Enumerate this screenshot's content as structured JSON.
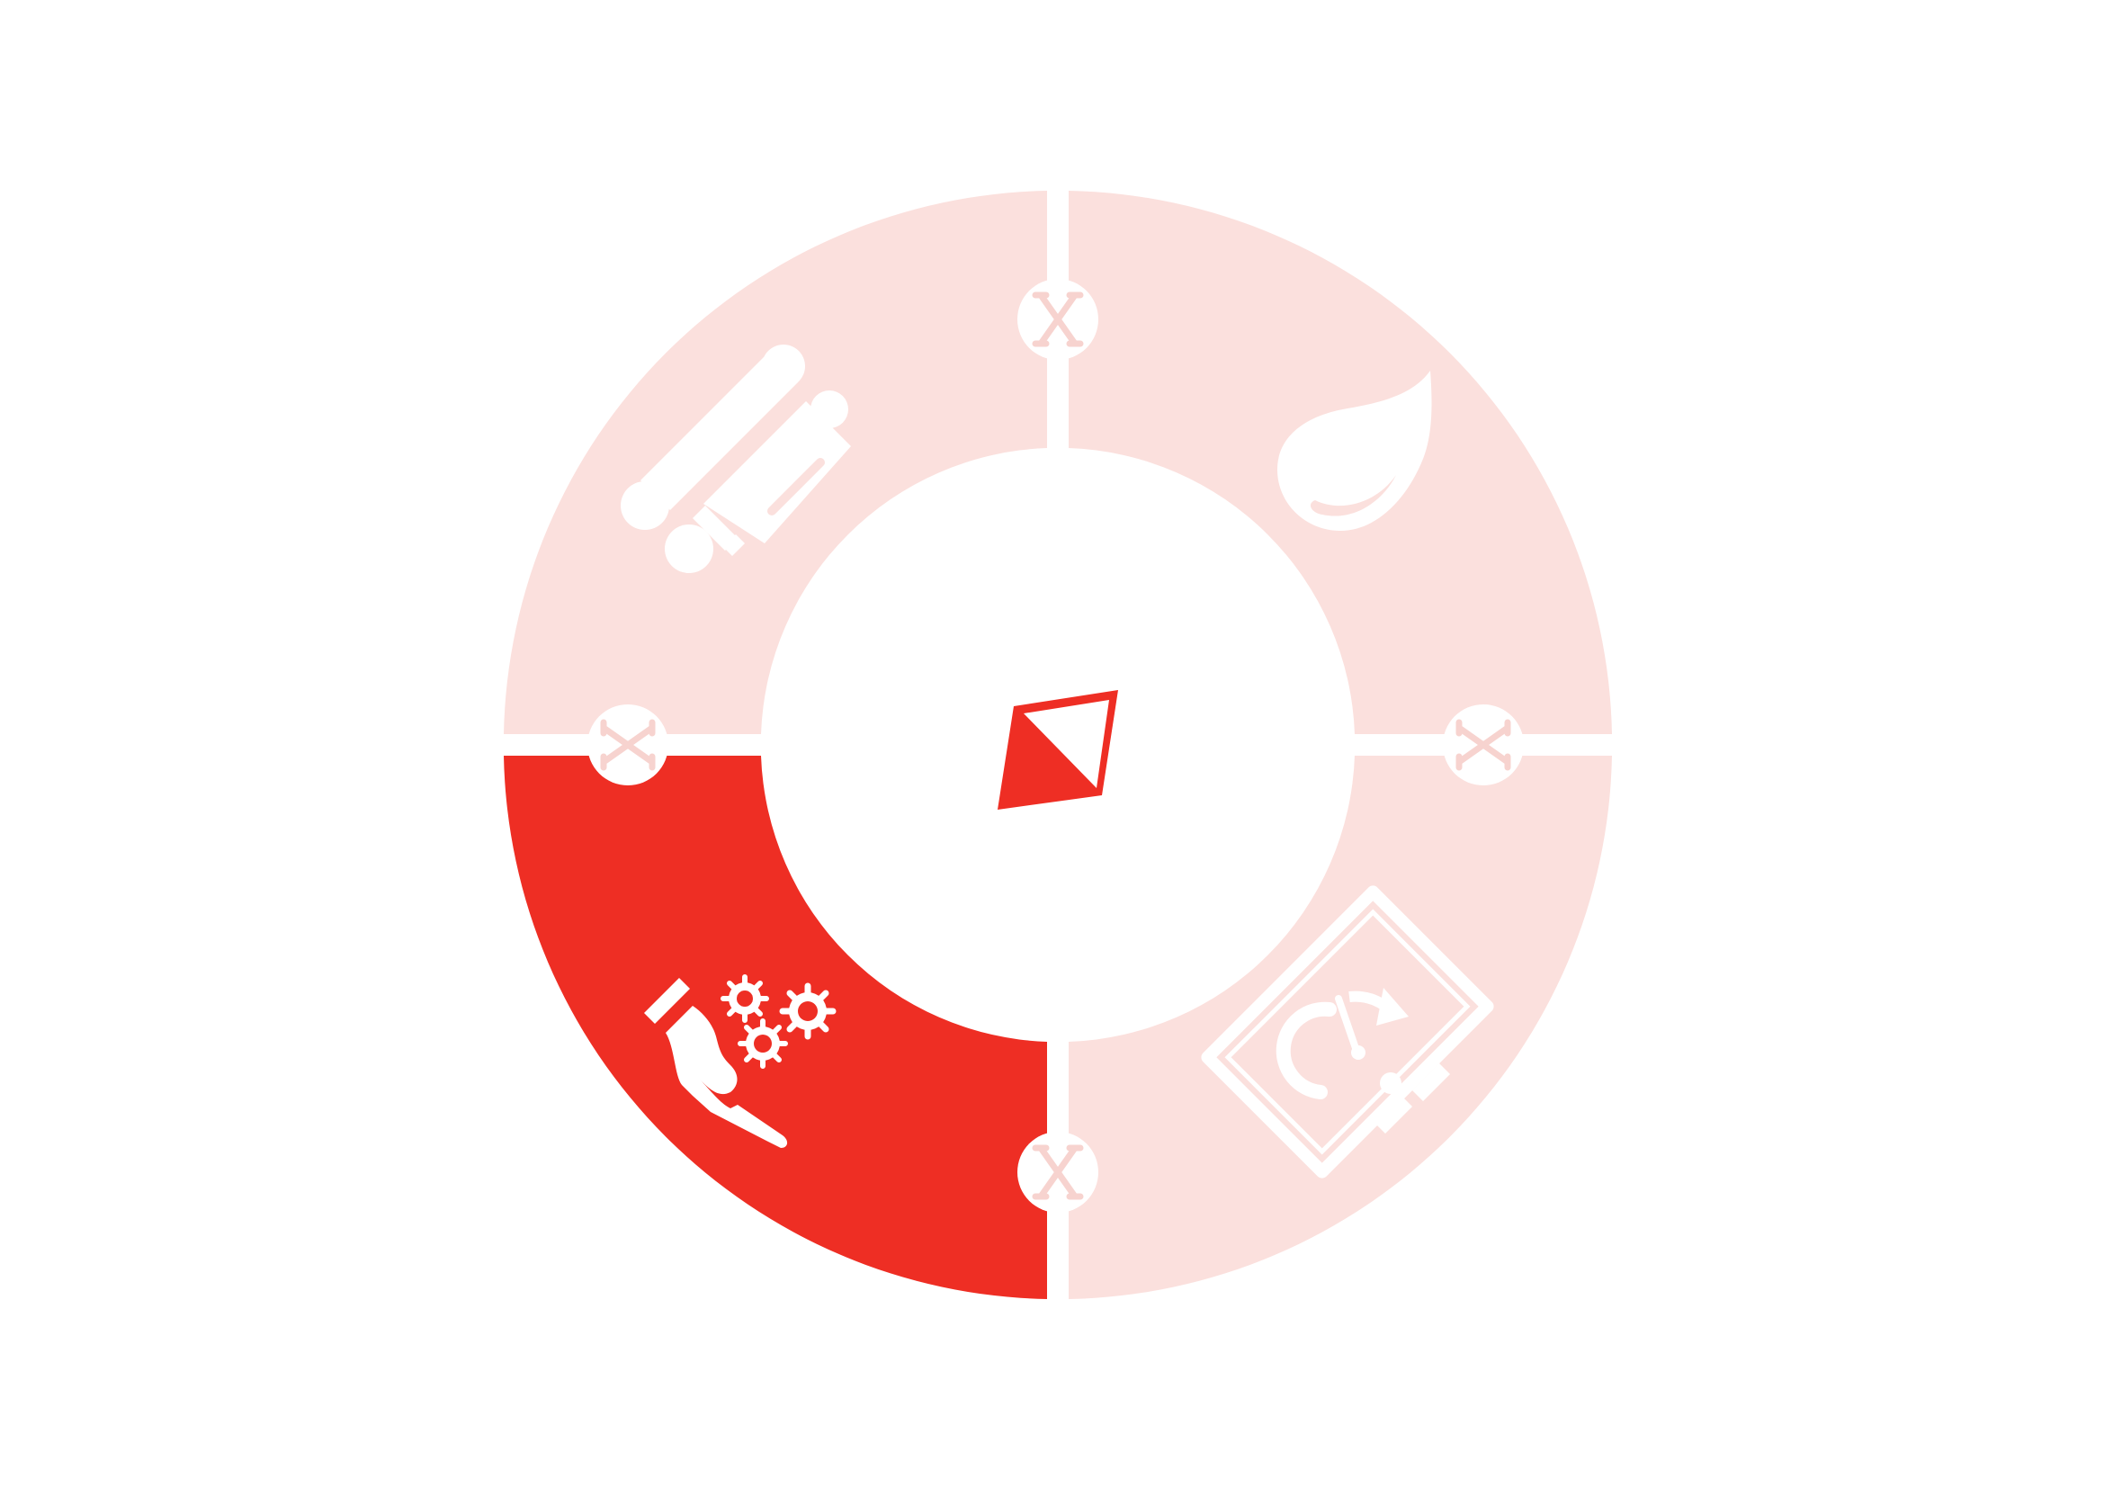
{
  "diagram": {
    "active_segment": "bottom-left",
    "colors": {
      "active": "#ee2e24",
      "inactive": "#fbe0dd",
      "background": "#ffffff",
      "connector_glyph": "#f7d3cf"
    },
    "segments": [
      {
        "id": "top-left",
        "icon": "conveyor-rollers-icon",
        "active": false
      },
      {
        "id": "top-right",
        "icon": "leaf-icon",
        "active": false
      },
      {
        "id": "bottom-right",
        "icon": "speed-gauge-banknote-icon",
        "active": false
      },
      {
        "id": "bottom-left",
        "icon": "hand-gears-icon",
        "active": true
      }
    ],
    "connectors": [
      {
        "id": "top",
        "icon": "x-mark-icon"
      },
      {
        "id": "right",
        "icon": "x-mark-icon"
      },
      {
        "id": "bottom",
        "icon": "x-mark-icon"
      },
      {
        "id": "left",
        "icon": "x-mark-icon"
      }
    ],
    "center_icon": "orienteering-flag-icon"
  }
}
